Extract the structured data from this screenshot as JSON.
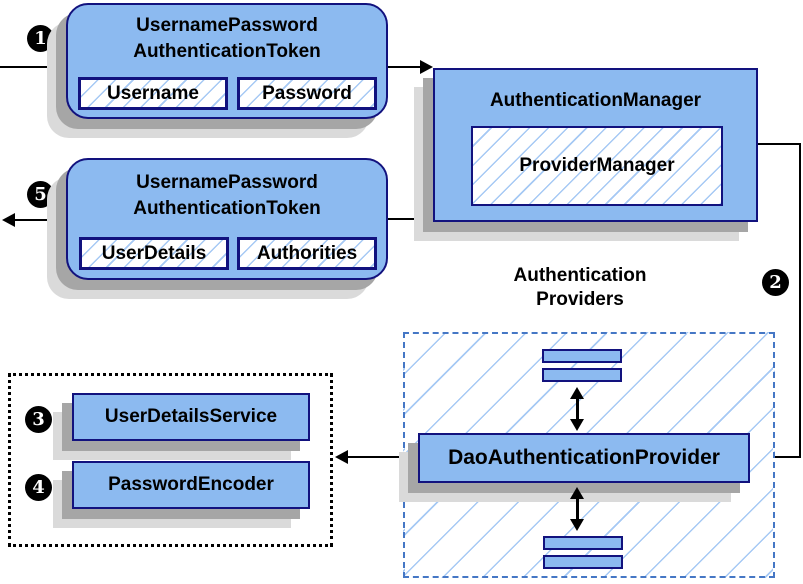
{
  "steps": [
    "1",
    "2",
    "3",
    "4",
    "5"
  ],
  "request_token": {
    "title_line1": "UsernamePassword",
    "title_line2": "AuthenticationToken",
    "fields": [
      "Username",
      "Password"
    ]
  },
  "authentication_manager": {
    "title": "AuthenticationManager",
    "inner_label": "ProviderManager"
  },
  "response_token": {
    "title_line1": "UsernamePassword",
    "title_line2": "AuthenticationToken",
    "fields": [
      "UserDetails",
      "Authorities"
    ]
  },
  "providers_group": {
    "label_line1": "Authentication",
    "label_line2": "Providers",
    "provider_label": "DaoAuthenticationProvider"
  },
  "services": {
    "user_details_service": "UserDetailsService",
    "password_encoder": "PasswordEncoder"
  },
  "colors": {
    "node_fill": "#8CBAF0",
    "node_border": "#12127E",
    "hatch_line": "#A6C9F4",
    "dashed_border": "#4577C5",
    "dotted_border": "#000000",
    "connector": "#000000",
    "shadow_dark": "#A6A6A6",
    "shadow_light": "#DADADA",
    "badge_bg": "#000000",
    "badge_text": "#FFFFFF"
  }
}
